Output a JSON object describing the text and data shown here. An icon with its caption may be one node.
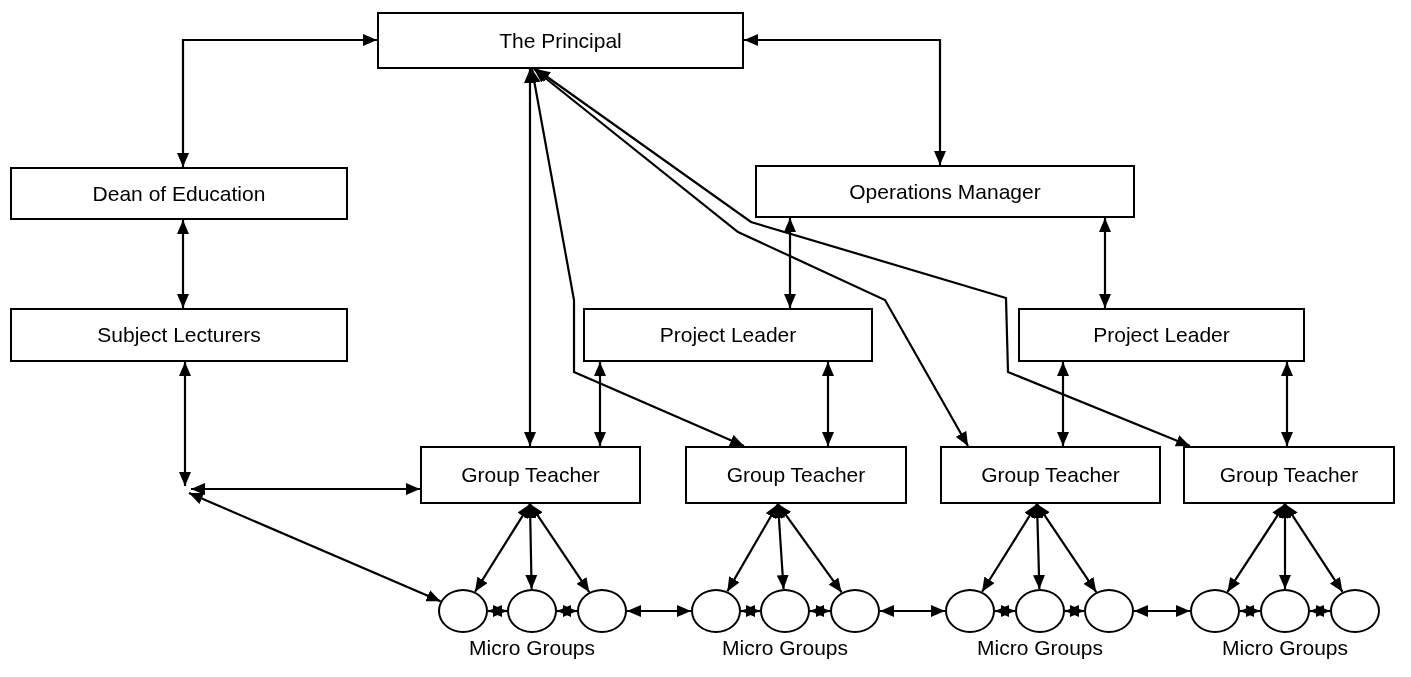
{
  "diagram": {
    "nodes": [
      {
        "text": [
          "The Principal"
        ]
      },
      {
        "text": [
          "Dean of Education"
        ]
      },
      {
        "text": [
          "Operations Manager"
        ]
      },
      {
        "text": [
          "Subject Lecturers"
        ]
      },
      {
        "text": [
          "Project Leader"
        ]
      },
      {
        "text": [
          "Project Leader"
        ]
      },
      {
        "text": [
          "Group Teacher"
        ]
      },
      {
        "text": [
          "Group Teacher"
        ]
      },
      {
        "text": [
          "Group Teacher"
        ]
      },
      {
        "text": [
          "Group Teacher"
        ]
      },
      {
        "text": [],
        "shape": "circle"
      },
      {
        "text": [],
        "shape": "circle"
      },
      {
        "text": [],
        "shape": "circle"
      },
      {
        "text": [],
        "shape": "circle"
      },
      {
        "text": [],
        "shape": "circle"
      },
      {
        "text": [],
        "shape": "circle"
      },
      {
        "text": [],
        "shape": "circle"
      },
      {
        "text": [],
        "shape": "circle"
      },
      {
        "text": [],
        "shape": "circle"
      },
      {
        "text": [],
        "shape": "circle"
      },
      {
        "text": [],
        "shape": "circle"
      },
      {
        "text": [],
        "shape": "circle"
      }
    ],
    "edges": [
      {
        "from": 0,
        "to": 1,
        "arrow": "both"
      },
      {
        "from": 0,
        "to": 2,
        "arrow": "both"
      },
      {
        "from": 1,
        "to": 3,
        "arrow": "both"
      },
      {
        "from": 2,
        "to": 4,
        "arrow": "both"
      },
      {
        "from": 2,
        "to": 5,
        "arrow": "both"
      },
      {
        "from": 4,
        "to": 6,
        "arrow": "both"
      },
      {
        "from": 4,
        "to": 7,
        "arrow": "both"
      },
      {
        "from": 5,
        "to": 8,
        "arrow": "both"
      },
      {
        "from": 5,
        "to": 9,
        "arrow": "both"
      },
      {
        "from": 0,
        "to": 6,
        "arrow": "both"
      },
      {
        "from": 0,
        "to": 7,
        "arrow": "both"
      },
      {
        "from": 0,
        "to": 8,
        "arrow": "both"
      },
      {
        "from": 0,
        "to": 9,
        "arrow": "both"
      },
      {
        "from": null,
        "to": 3,
        "arrow": "both"
      },
      {
        "from": null,
        "to": 6,
        "arrow": "both"
      },
      {
        "from": null,
        "to": 10,
        "arrow": "both"
      },
      {
        "from": 6,
        "to": 10,
        "arrow": "both"
      },
      {
        "from": 6,
        "to": 11,
        "arrow": "both"
      },
      {
        "from": 6,
        "to": 12,
        "arrow": "both"
      },
      {
        "from": 7,
        "to": 13,
        "arrow": "both"
      },
      {
        "from": 7,
        "to": 14,
        "arrow": "both"
      },
      {
        "from": 7,
        "to": 15,
        "arrow": "both"
      },
      {
        "from": 8,
        "to": 16,
        "arrow": "both"
      },
      {
        "from": 8,
        "to": 17,
        "arrow": "both"
      },
      {
        "from": 8,
        "to": 18,
        "arrow": "both"
      },
      {
        "from": 9,
        "to": 19,
        "arrow": "both"
      },
      {
        "from": 9,
        "to": 20,
        "arrow": "both"
      },
      {
        "from": 9,
        "to": 21,
        "arrow": "both"
      },
      {
        "from": 10,
        "to": 11,
        "arrow": "both"
      },
      {
        "from": 11,
        "to": 12,
        "arrow": "both"
      },
      {
        "from": 12,
        "to": 13,
        "arrow": "both"
      },
      {
        "from": 13,
        "to": 14,
        "arrow": "both"
      },
      {
        "from": 14,
        "to": 15,
        "arrow": "both"
      },
      {
        "from": 15,
        "to": 16,
        "arrow": "both"
      },
      {
        "from": 16,
        "to": 17,
        "arrow": "both"
      },
      {
        "from": 17,
        "to": 18,
        "arrow": "both"
      },
      {
        "from": 18,
        "to": 19,
        "arrow": "both"
      },
      {
        "from": 19,
        "to": 20,
        "arrow": "both"
      },
      {
        "from": 20,
        "to": 21,
        "arrow": "both"
      }
    ],
    "labels": [
      "Micro Groups",
      "Micro Groups",
      "Micro Groups",
      "Micro Groups"
    ]
  }
}
